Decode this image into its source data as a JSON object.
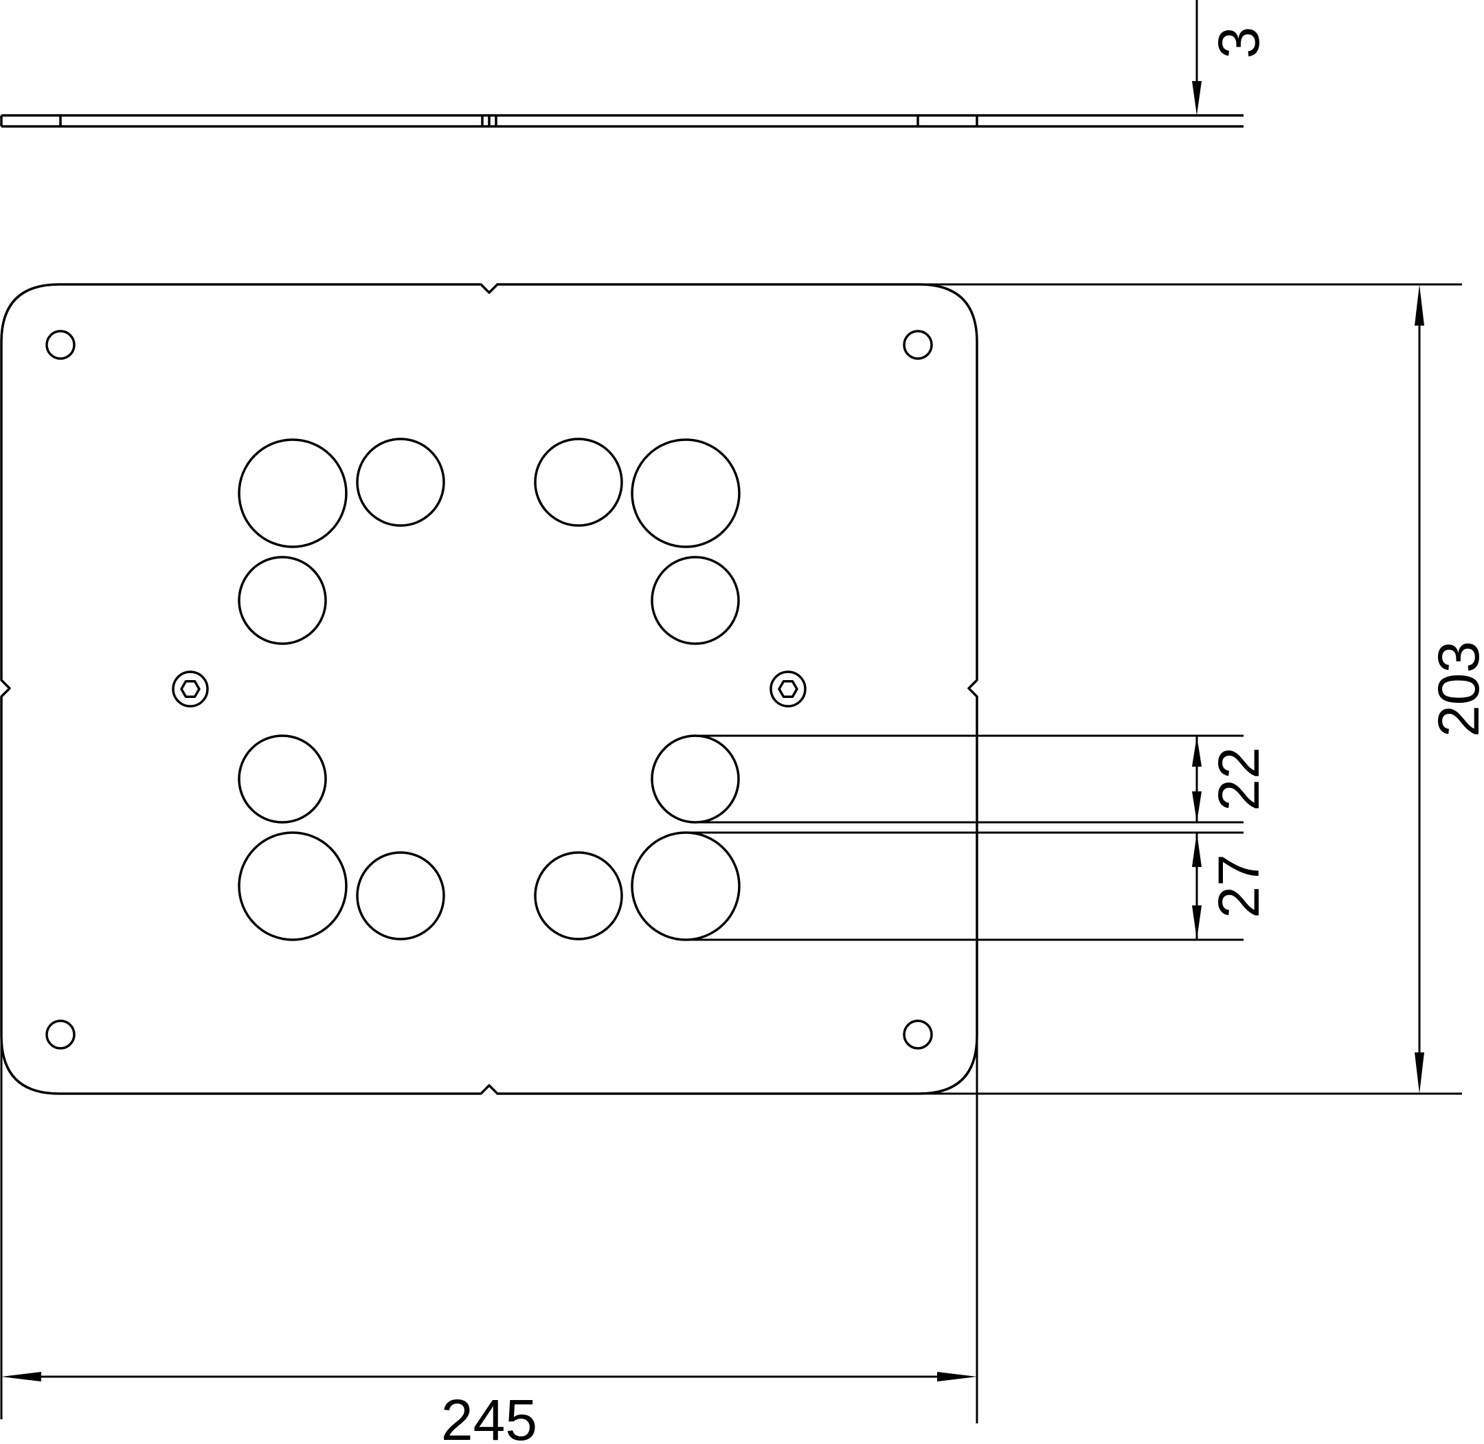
{
  "dimensions": {
    "thickness": "3",
    "height": "203",
    "hole_small": "22",
    "hole_large": "27",
    "width": "245"
  }
}
